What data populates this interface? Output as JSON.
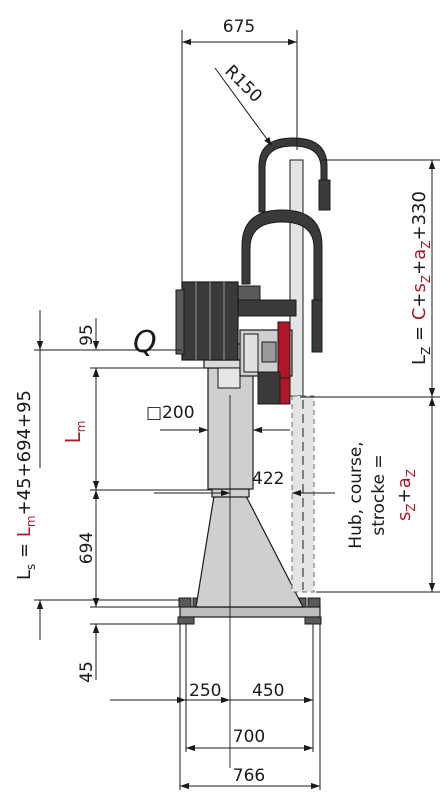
{
  "dimensions": {
    "top_width": "675",
    "radius": "R150",
    "top_offset": "95",
    "square": "□200",
    "arm_offset": "422",
    "base_height": "694",
    "foot_height": "45",
    "base_left": "250",
    "base_right": "450",
    "base_inner": "700",
    "base_outer": "766"
  },
  "labels": {
    "load": "Q",
    "lm": "L",
    "lm_sub": "m"
  },
  "formulas": {
    "ls": {
      "prefix": "L",
      "prefix_sub": "s",
      "eq": " = ",
      "red_main": "L",
      "red_sub": "m",
      "rest": "+45+694+95"
    },
    "lz": {
      "prefix": "L",
      "prefix_sub": "Z",
      "eq": " = ",
      "red_c": "C",
      "plus1": "+",
      "red_s": "s",
      "red_s_sub": "Z",
      "plus2": "+",
      "red_a": "a",
      "red_a_sub": "Z",
      "rest": "+330"
    },
    "stroke": {
      "line1": "Hub, course,",
      "line2": "strocke =",
      "red_s": "s",
      "red_s_sub": "Z",
      "plus": "+",
      "red_a": "a",
      "red_a_sub": "Z"
    }
  },
  "colors": {
    "line": "#1a1a1a",
    "steel": "#cfcfcf",
    "dark": "#3a3a3a",
    "accent": "#b0182a"
  }
}
